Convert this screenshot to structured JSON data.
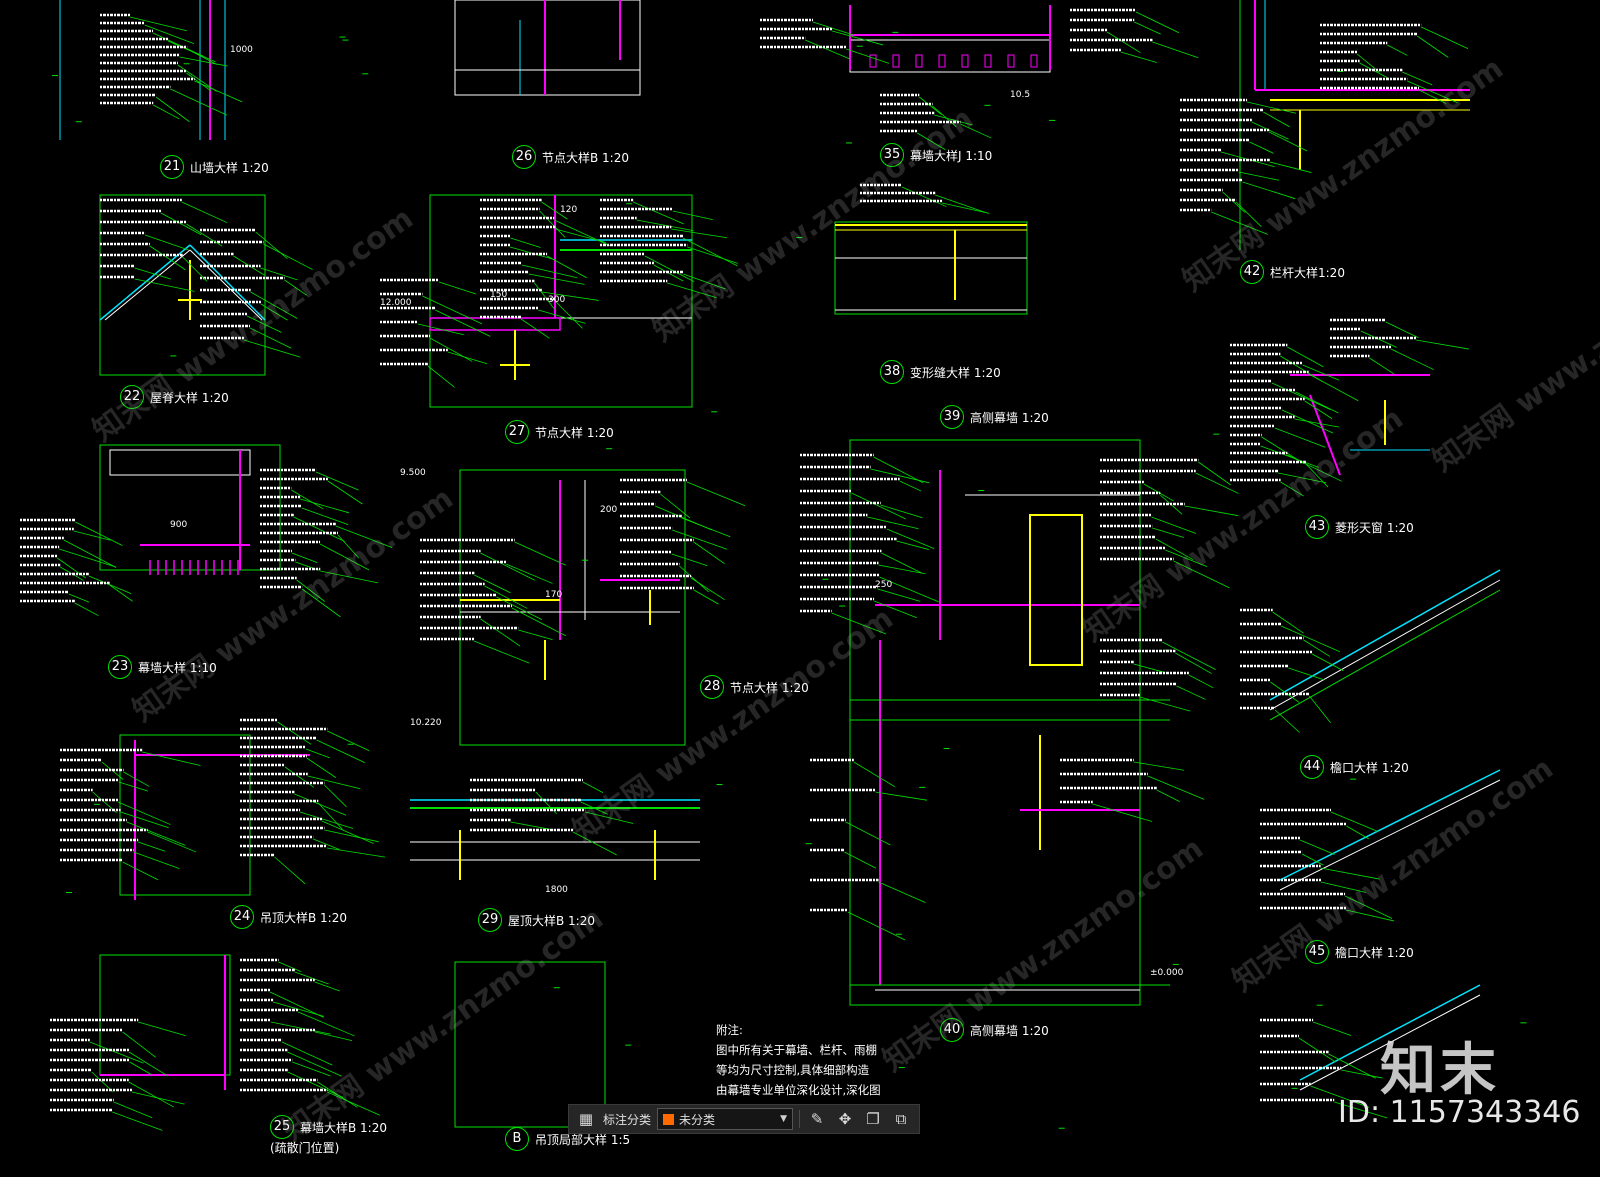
{
  "app": {
    "annotation_toolbar": {
      "category_label": "标注分类",
      "selected_category": "未分类",
      "selected_color": "#ff6a00",
      "icons": [
        "grid-icon",
        "edit-icon",
        "move-icon",
        "copy-icon",
        "paste-icon"
      ]
    }
  },
  "drawing": {
    "background": "#000000",
    "line_colors": {
      "green": "#00e000",
      "cyan": "#00e5ff",
      "magenta": "#ff00ff",
      "yellow": "#ffff00",
      "red": "#ff2020",
      "white": "#ffffff"
    },
    "details": [
      {
        "num": "21",
        "title": "山墙大样 1:20"
      },
      {
        "num": "22",
        "title": "屋脊大样 1:20"
      },
      {
        "num": "23",
        "title": "幕墙大样 1:10"
      },
      {
        "num": "24",
        "title": "吊顶大样B 1:20"
      },
      {
        "num": "25",
        "title": "幕墙大样B 1:20"
      },
      {
        "num": "25s",
        "title": "(疏散门位置)"
      },
      {
        "num": "26",
        "title": "节点大样B 1:20"
      },
      {
        "num": "27",
        "title": "节点大样  1:20"
      },
      {
        "num": "28",
        "title": "节点大样  1:20"
      },
      {
        "num": "29",
        "title": "屋顶大样B 1:20"
      },
      {
        "num": "B",
        "title": "吊顶局部大样 1:5"
      },
      {
        "num": "35",
        "title": "幕墙大样J 1:10"
      },
      {
        "num": "38",
        "title": "变形缝大样 1:20"
      },
      {
        "num": "39",
        "title": "高侧幕墙 1:20"
      },
      {
        "num": "40",
        "title": "高侧幕墙 1:20"
      },
      {
        "num": "42",
        "title": "栏杆大样1:20"
      },
      {
        "num": "43",
        "title": "菱形天窗 1:20"
      },
      {
        "num": "44",
        "title": "檐口大样 1:20"
      },
      {
        "num": "45",
        "title": "檐口大样 1:20"
      }
    ],
    "dims": [
      "900",
      "1800",
      "120",
      "300",
      "150",
      "200",
      "170",
      "250",
      "1000",
      "10.5",
      "12.000",
      "9.500",
      "10.220",
      "±0.000"
    ],
    "notes": {
      "heading": "附注:",
      "lines": [
        "图中所有关于幕墙、栏杆、雨棚",
        "等均为尺寸控制,具体细部构造",
        "由幕墙专业单位深化设计,深化图"
      ]
    }
  },
  "watermark": {
    "text": "知末网 www.znzmo.com",
    "brand": "知末",
    "id": "ID: 1157343346"
  }
}
